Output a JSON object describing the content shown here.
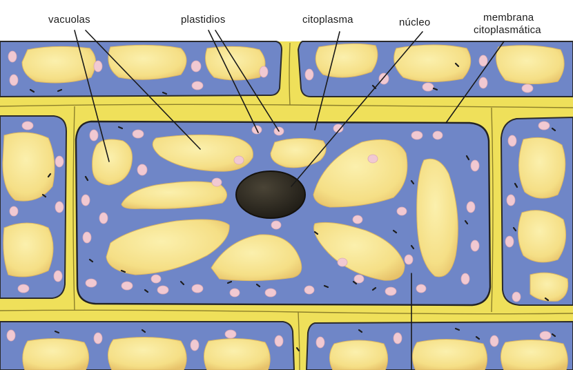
{
  "labels": {
    "vacuolas": "vacuolas",
    "plastidios": "plastidios",
    "citoplasma": "citoplasma",
    "nucleo": "núcleo",
    "membrana_line1": "membrana",
    "membrana_line2": "citoplasmática"
  },
  "colors": {
    "background": "#ffffff",
    "cytoplasm": "#6f86c7",
    "cell_wall": "#efe05a",
    "wall_line": "#2a2a2a",
    "vacuole": "#f7e58f",
    "vacuole_edge": "#e4c56a",
    "plastid": "#f1c9d2",
    "nucleus": "#2e2a22",
    "granule": "#1d1d1d"
  }
}
